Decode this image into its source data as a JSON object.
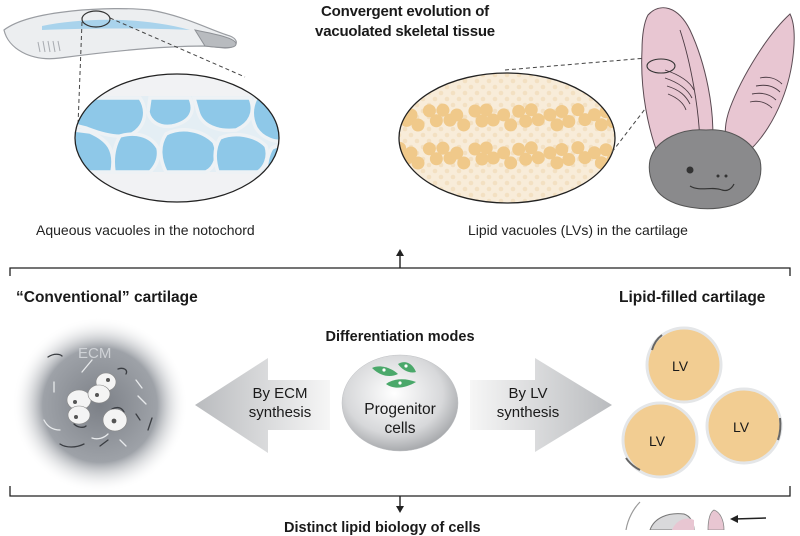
{
  "title": {
    "line1": "Convergent evolution of",
    "line2": "vacuolated skeletal tissue"
  },
  "top_panel": {
    "left_caption": "Aqueous vacuoles in the notochord",
    "right_caption": "Lipid vacuoles (LVs) in the cartilage"
  },
  "middle_panel": {
    "left_heading": "“Conventional” cartilage",
    "right_heading": "Lipid-filled cartilage",
    "center_heading": "Differentiation modes",
    "ecm_label": "ECM",
    "left_arrow": {
      "line1": "By ECM",
      "line2": "synthesis"
    },
    "right_arrow": {
      "line1": "By LV",
      "line2": "synthesis"
    },
    "progenitor": {
      "line1": "Progenitor",
      "line2": "cells"
    },
    "lv_labels": [
      "LV",
      "LV",
      "LV"
    ]
  },
  "bottom_panel": {
    "heading": "Distinct lipid biology of cells"
  },
  "colors": {
    "aqueous_blue": "#8ec8e8",
    "lipid_orange": "#f0c98a",
    "lv_fill": "#f2cd92",
    "bat_pink": "#e8c6d2",
    "bat_gray": "#8a8a8c",
    "progenitor_green": "#4aa86a"
  }
}
